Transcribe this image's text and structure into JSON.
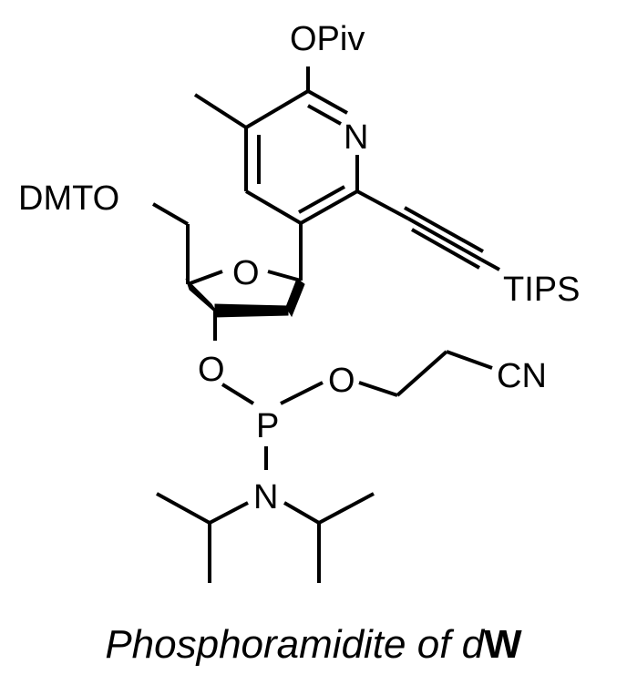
{
  "molecule": {
    "atom_labels": {
      "opiv": "OPiv",
      "n_ring": "N",
      "dmto": "DMTO",
      "o_sugar": "O",
      "tips": "TIPS",
      "o_3prime": "O",
      "o_phosphite": "O",
      "cn": "CN",
      "p": "P",
      "n_amine": "N"
    }
  },
  "caption": {
    "prefix": "Phosphoramidite of ",
    "d": "d",
    "w": "W"
  }
}
